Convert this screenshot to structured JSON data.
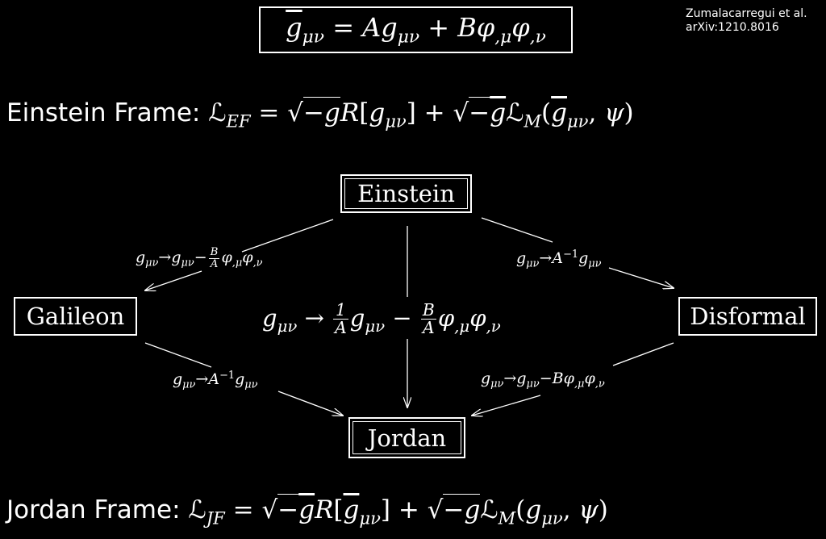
{
  "citation": {
    "line1": "Zumalacarregui et al.",
    "line2": "arXiv:1210.8016"
  },
  "top_equation": [
    {
      "t": "g",
      "it": 1,
      "bar": 1,
      "sub": "μν"
    },
    " = ",
    {
      "t": "A",
      "it": 1
    },
    {
      "t": "g",
      "it": 1,
      "sub": "μν"
    },
    " + ",
    {
      "t": "B",
      "it": 1
    },
    {
      "t": "φ",
      "it": 1,
      "sub": ",μ"
    },
    {
      "t": "φ",
      "it": 1,
      "sub": ",ν"
    }
  ],
  "einstein_frame": {
    "label": "Einstein Frame: ",
    "equation": [
      {
        "t": "ℒ",
        "sub": "EF"
      },
      " = ",
      {
        "sqrt": [
          "−",
          {
            "t": "g",
            "it": 1
          }
        ]
      },
      {
        "t": "R",
        "it": 1
      },
      "[",
      {
        "t": "g",
        "it": 1,
        "sub": "μν"
      },
      "] + ",
      {
        "sqrt": [
          "−",
          {
            "t": "g",
            "it": 1,
            "bar": 1
          }
        ]
      },
      {
        "t": "ℒ",
        "sub": "M"
      },
      "(",
      {
        "t": "g",
        "it": 1,
        "bar": 1,
        "sub": "μν"
      },
      ", ",
      {
        "t": "ψ",
        "it": 1
      },
      ")"
    ]
  },
  "jordan_frame": {
    "label": "Jordan Frame: ",
    "equation": [
      {
        "t": "ℒ",
        "sub": "JF"
      },
      " = ",
      {
        "sqrt": [
          "−",
          {
            "t": "g",
            "it": 1,
            "bar": 1
          }
        ]
      },
      {
        "t": "R",
        "it": 1
      },
      "[",
      {
        "t": "g",
        "it": 1,
        "bar": 1,
        "sub": "μν"
      },
      "] + ",
      {
        "sqrt": [
          "−",
          {
            "t": "g",
            "it": 1
          }
        ]
      },
      {
        "t": "ℒ",
        "sub": "M"
      },
      "(",
      {
        "t": "g",
        "it": 1,
        "sub": "μν"
      },
      ", ",
      {
        "t": "ψ",
        "it": 1
      },
      ")"
    ]
  },
  "nodes": {
    "einstein": "Einstein",
    "galileon": "Galileon",
    "disformal": "Disformal",
    "jordan": "Jordan"
  },
  "edges": {
    "einstein_to_galileon": [
      {
        "t": "g",
        "it": 1,
        "sub": "μν"
      },
      "→",
      {
        "t": "g",
        "it": 1,
        "sub": "μν"
      },
      "−",
      {
        "frac": [
          "B",
          "A"
        ]
      },
      {
        "t": "φ",
        "it": 1,
        "sub": ",μ"
      },
      {
        "t": "φ",
        "it": 1,
        "sub": ",ν"
      }
    ],
    "einstein_to_disformal": [
      {
        "t": "g",
        "it": 1,
        "sub": "μν"
      },
      "→",
      {
        "t": "A",
        "it": 1,
        "sup": "−1"
      },
      {
        "t": "g",
        "it": 1,
        "sub": "μν"
      }
    ],
    "einstein_to_jordan": [
      {
        "t": "g",
        "it": 1,
        "sub": "μν"
      },
      " → ",
      {
        "frac": [
          "1",
          "A"
        ]
      },
      {
        "t": "g",
        "it": 1,
        "sub": "μν"
      },
      " − ",
      {
        "frac": [
          "B",
          "A"
        ]
      },
      {
        "t": "φ",
        "it": 1,
        "sub": ",μ"
      },
      {
        "t": "φ",
        "it": 1,
        "sub": ",ν"
      }
    ],
    "galileon_to_jordan": [
      {
        "t": "g",
        "it": 1,
        "sub": "μν"
      },
      "→",
      {
        "t": "A",
        "it": 1,
        "sup": "−1"
      },
      {
        "t": "g",
        "it": 1,
        "sub": "μν"
      }
    ],
    "disformal_to_jordan": [
      {
        "t": "g",
        "it": 1,
        "sub": "μν"
      },
      "→",
      {
        "t": "g",
        "it": 1,
        "sub": "μν"
      },
      "−",
      {
        "t": "B",
        "it": 1
      },
      {
        "t": "φ",
        "it": 1,
        "sub": ",μ"
      },
      {
        "t": "φ",
        "it": 1,
        "sub": ",ν"
      }
    ]
  }
}
